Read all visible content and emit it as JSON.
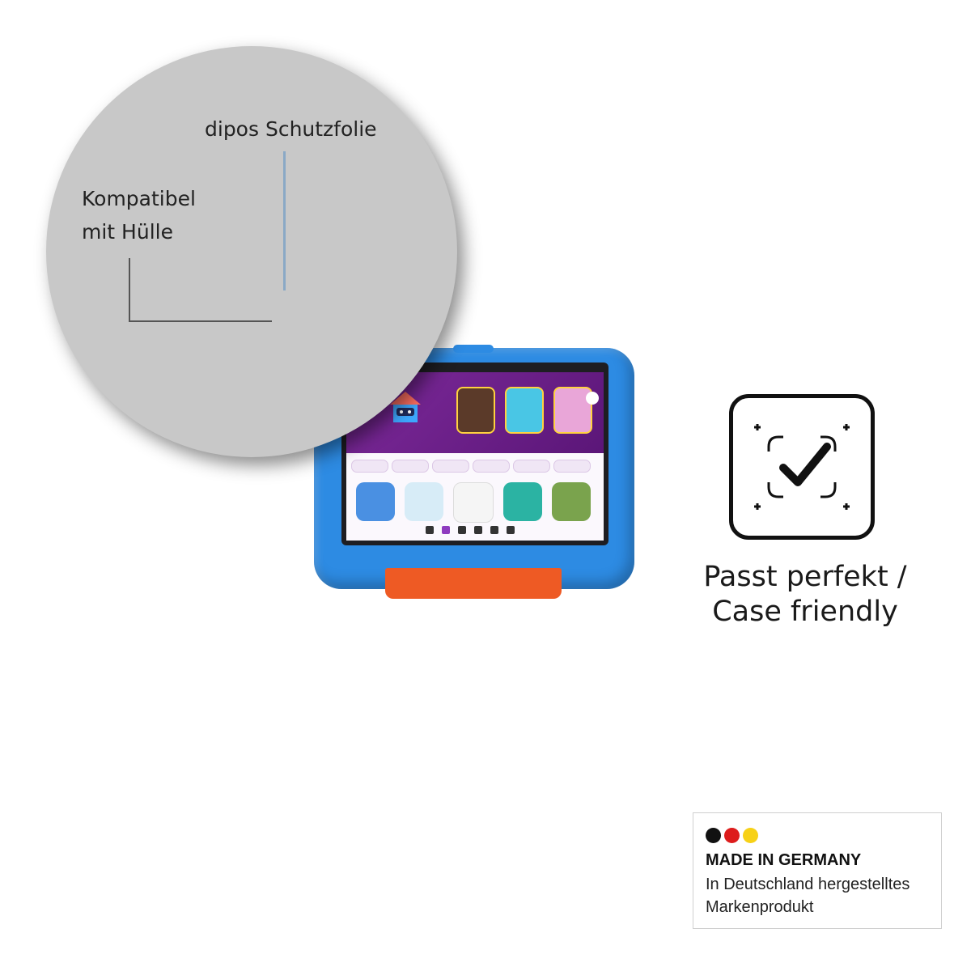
{
  "callouts": {
    "film": "dipos Schutzfolie",
    "case_line1": "Kompatibel",
    "case_line2": "mit Hülle"
  },
  "badge": {
    "icon": "check-frame-icon",
    "caption_line1": "Passt perfekt /",
    "caption_line2": "Case friendly"
  },
  "made_in": {
    "flag_colors": [
      "#111111",
      "#dd1c1c",
      "#f7d117"
    ],
    "title": "MADE IN GERMANY",
    "subtitle_line1": "In Deutschland hergestelltes",
    "subtitle_line2": "Markenprodukt"
  },
  "colors": {
    "bumper": "#2d8be3",
    "handle": "#ee5a24",
    "circle": "#c8c8c8",
    "film_line": "#8aa9c6"
  }
}
